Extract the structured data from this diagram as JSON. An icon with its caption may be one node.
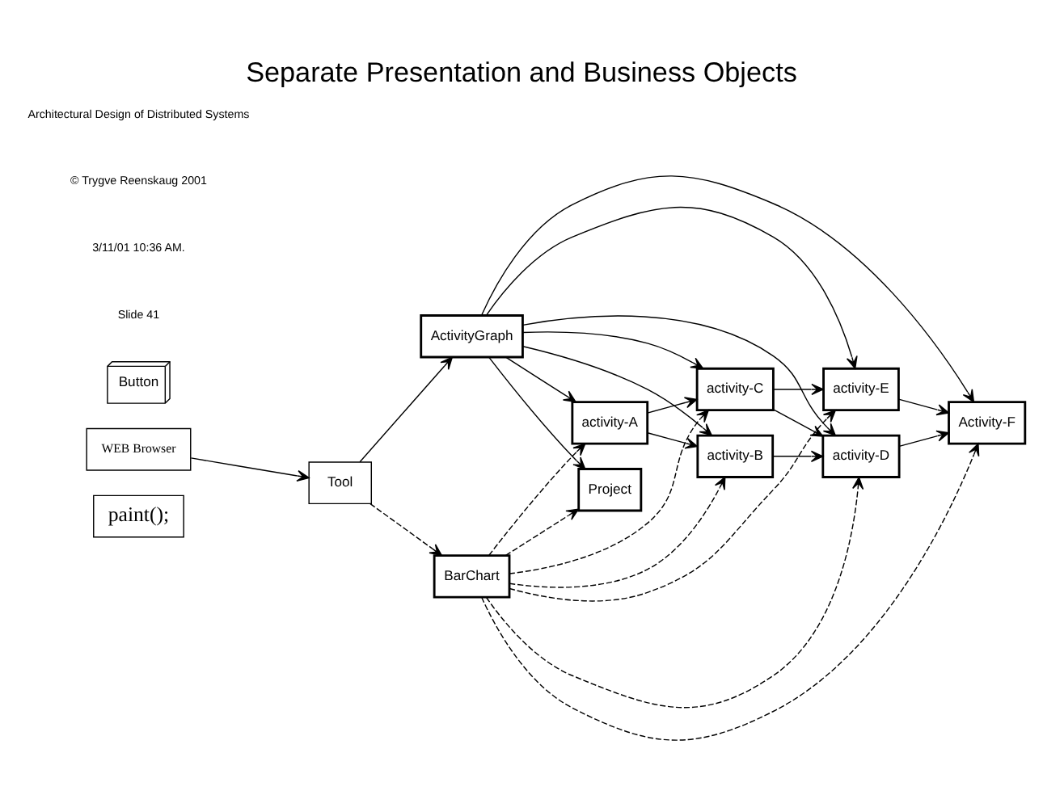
{
  "diagram": {
    "title": "Separate Presentation and Business Objects",
    "nodes": [
      {
        "text": [
          "WEB Browser"
        ]
      },
      {
        "text": [
          "paint();"
        ]
      },
      {
        "text": [
          "Button"
        ]
      },
      {
        "text": [
          "Tool"
        ]
      },
      {
        "text": [
          "ActivityGraph"
        ]
      },
      {
        "text": [
          "BarChart"
        ]
      },
      {
        "text": [
          "Project"
        ]
      },
      {
        "text": [
          "activity-B"
        ]
      },
      {
        "text": [
          "activity-D"
        ]
      },
      {
        "text": [
          "activity-A"
        ]
      },
      {
        "text": [
          "activity-C"
        ]
      },
      {
        "text": [
          "activity-E"
        ]
      },
      {
        "text": [
          "Activity-F"
        ]
      }
    ],
    "edges": [
      {
        "from": 0,
        "to": 3,
        "arrow": "to"
      },
      {
        "from": 3,
        "to": 4,
        "arrow": "to"
      },
      {
        "from": 3,
        "to": 5,
        "arrow": "to",
        "style": "dashed"
      },
      {
        "from": 4,
        "to": 6,
        "arrow": "to"
      },
      {
        "from": 4,
        "to": 9,
        "arrow": "to"
      },
      {
        "from": 4,
        "to": 7,
        "arrow": "to"
      },
      {
        "from": 4,
        "to": 10,
        "arrow": "to"
      },
      {
        "from": 4,
        "to": 8,
        "arrow": "to"
      },
      {
        "from": 4,
        "to": 11,
        "arrow": "to"
      },
      {
        "from": 4,
        "to": 12,
        "arrow": "to"
      },
      {
        "from": 5,
        "to": 6,
        "arrow": "to",
        "style": "dashed"
      },
      {
        "from": 5,
        "to": 9,
        "arrow": "to",
        "style": "dashed"
      },
      {
        "from": 5,
        "to": 7,
        "arrow": "to",
        "style": "dashed"
      },
      {
        "from": 5,
        "to": 10,
        "arrow": "to",
        "style": "dashed"
      },
      {
        "from": 5,
        "to": 8,
        "arrow": "to",
        "style": "dashed"
      },
      {
        "from": 5,
        "to": 11,
        "arrow": "to",
        "style": "dashed"
      },
      {
        "from": 5,
        "to": 12,
        "arrow": "to",
        "style": "dashed"
      },
      {
        "from": 9,
        "to": 7,
        "arrow": "to"
      },
      {
        "from": 9,
        "to": 10,
        "arrow": "to"
      },
      {
        "from": 7,
        "to": 8,
        "arrow": "to"
      },
      {
        "from": 10,
        "to": 8,
        "arrow": "to"
      },
      {
        "from": 10,
        "to": 11,
        "arrow": "to"
      },
      {
        "from": 8,
        "to": 12,
        "arrow": "to"
      },
      {
        "from": 11,
        "to": 12,
        "arrow": "to"
      }
    ],
    "labels": [
      "Architectural Design of Distributed Systems",
      "© Trygve Reenskaug 2001",
      "3/11/01 10:36 AM.",
      "Slide 41"
    ]
  }
}
